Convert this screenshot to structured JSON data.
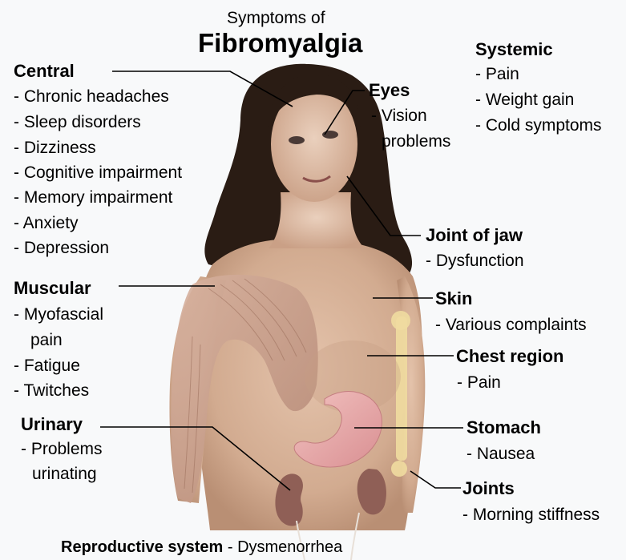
{
  "title": {
    "line1": "Symptoms of",
    "line2": "Fibromyalgia"
  },
  "groups": {
    "central": {
      "heading": "Central",
      "items": [
        "- Chronic headaches",
        "- Sleep disorders",
        "- Dizziness",
        "- Cognitive impairment",
        "- Memory impairment",
        "- Anxiety",
        "- Depression"
      ]
    },
    "muscular": {
      "heading": "Muscular",
      "items": [
        "- Myofascial",
        "pain",
        "- Fatigue",
        "- Twitches"
      ]
    },
    "urinary": {
      "heading": "Urinary",
      "items": [
        "- Problems",
        "urinating"
      ]
    },
    "eyes": {
      "heading": "Eyes",
      "items": [
        "- Vision",
        "problems"
      ]
    },
    "systemic": {
      "heading": "Systemic",
      "items": [
        "- Pain",
        "- Weight gain",
        "- Cold symptoms"
      ]
    },
    "jaw": {
      "heading": "Joint of jaw",
      "items": [
        "- Dysfunction"
      ]
    },
    "skin": {
      "heading": "Skin",
      "items": [
        "- Various complaints"
      ]
    },
    "chest": {
      "heading": "Chest region",
      "items": [
        "- Pain"
      ]
    },
    "stomach": {
      "heading": "Stomach",
      "items": [
        "- Nausea"
      ]
    },
    "joints": {
      "heading": "Joints",
      "items": [
        "- Morning stiffness"
      ]
    }
  },
  "footer": {
    "heading": "Reproductive system",
    "text": " - Dysmenorrhea"
  },
  "colors": {
    "background": "#f8f9fa",
    "skin": "#d7b49c",
    "hair": "#2a1c14",
    "muscle": "#c79c85",
    "stomach": "#e6a9a9",
    "kidney": "#8f5f56",
    "bone": "#efdca0",
    "leader_line": "#000000"
  }
}
